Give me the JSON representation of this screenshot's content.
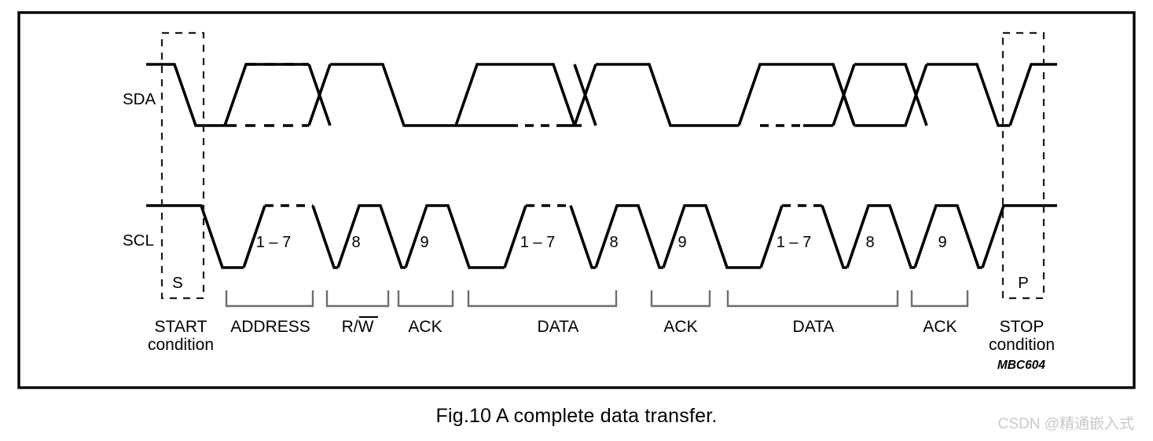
{
  "figure": {
    "caption": "Fig.10  A complete data transfer.",
    "code": "MBC604",
    "watermark": "CSDN @精通嵌入式"
  },
  "signals": [
    {
      "name": "SDA",
      "label": "SDA"
    },
    {
      "name": "SCL",
      "label": "SCL"
    }
  ],
  "markers": [
    {
      "name": "start",
      "symbol": "S",
      "label_line1": "START",
      "label_line2": "condition"
    },
    {
      "name": "stop",
      "symbol": "P",
      "label_line1": "STOP",
      "label_line2": "condition"
    }
  ],
  "clock_groups": [
    {
      "group": "address",
      "labels": [
        "1 – 7",
        "8",
        "9"
      ]
    },
    {
      "group": "data1",
      "labels": [
        "1 – 7",
        "8",
        "9"
      ]
    },
    {
      "group": "data2",
      "labels": [
        "1 – 7",
        "8",
        "9"
      ]
    }
  ],
  "phases": [
    {
      "name": "address",
      "label": "ADDRESS",
      "overbar": false
    },
    {
      "name": "rw",
      "label": "R/W",
      "overbar": true,
      "overbar_char": "W"
    },
    {
      "name": "ack1",
      "label": "ACK",
      "overbar": false
    },
    {
      "name": "data1",
      "label": "DATA",
      "overbar": false
    },
    {
      "name": "ack2",
      "label": "ACK",
      "overbar": false
    },
    {
      "name": "data2",
      "label": "DATA",
      "overbar": false
    },
    {
      "name": "ack3",
      "label": "ACK",
      "overbar": false
    }
  ],
  "clock_labels_flat": [
    "1 – 7",
    "8",
    "9",
    "1 – 7",
    "8",
    "9",
    "1 – 7",
    "8",
    "9"
  ],
  "colors": {
    "line": "#000000",
    "bracket": "#6e6e6e",
    "marker_box": "#1a1a1a",
    "watermark": "#c9c9c9",
    "background": "#ffffff"
  },
  "chart_data": {
    "type": "line",
    "title": "Fig.10  A complete data transfer.",
    "xlabel": "",
    "ylabel": "",
    "description": "I2C bus complete data transfer timing diagram showing SDA and SCL waveforms",
    "series": [
      {
        "name": "SDA",
        "high_level": 82,
        "low_level": 160
      },
      {
        "name": "SCL",
        "high_level": 262,
        "low_level": 341
      }
    ],
    "annotations": [
      "START condition",
      "ADDRESS",
      "R/W",
      "ACK",
      "DATA",
      "ACK",
      "DATA",
      "ACK",
      "STOP condition"
    ]
  }
}
